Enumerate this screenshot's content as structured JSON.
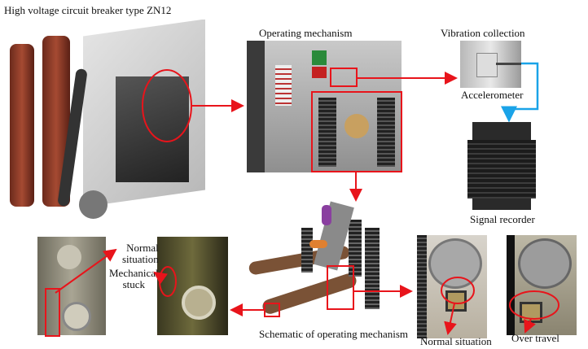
{
  "labels": {
    "breaker_title": "High voltage circuit breaker type ZN12",
    "operating_mechanism": "Operating mechanism",
    "vibration_collection": "Vibration  collection",
    "accelerometer": "Accelerometer",
    "signal_recorder": "Signal recorder",
    "schematic": "Schematic of operating mechanism",
    "left_normal_line1": "Normal",
    "left_normal_line2": "situation",
    "mechanical_stuck_line1": "Mechanical",
    "mechanical_stuck_line2": "stuck",
    "right_normal": "Normal situation",
    "over_travel": "Over travel"
  },
  "colors": {
    "highlight": "#e8141b",
    "signal_line": "#1aa3e8"
  }
}
